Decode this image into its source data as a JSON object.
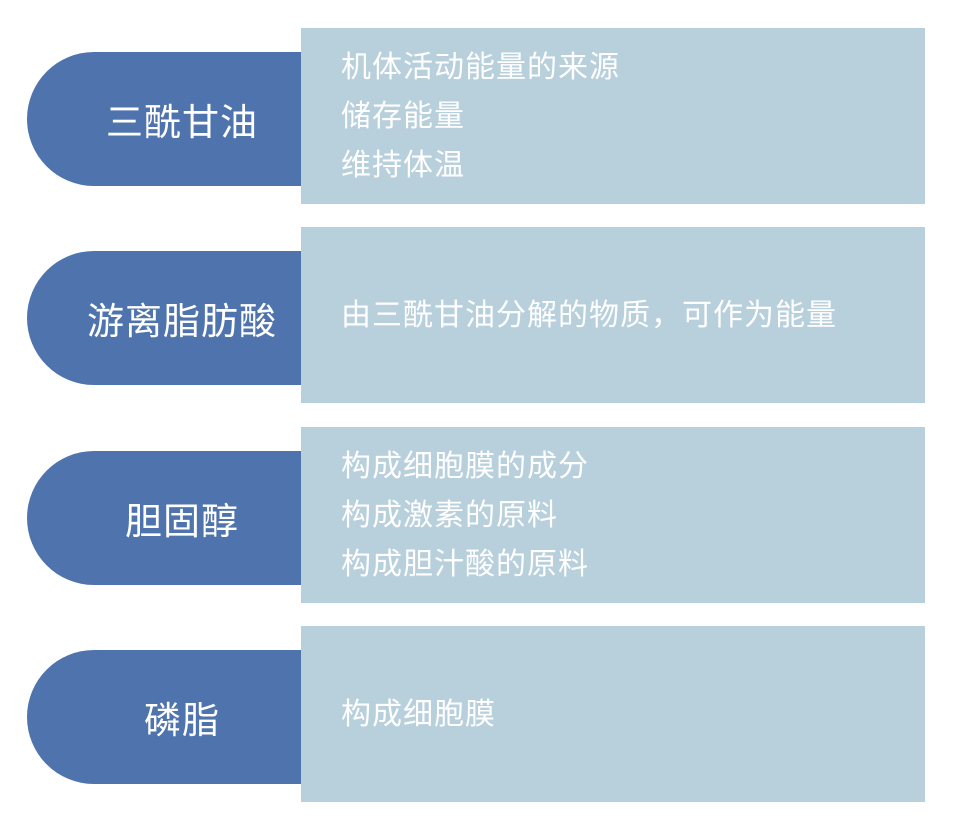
{
  "items": [
    {
      "label": "三酰甘油",
      "lines": [
        "机体活动能量的来源",
        "储存能量",
        "维持体温"
      ]
    },
    {
      "label": "游离脂肪酸",
      "lines": [
        "由三酰甘油分解的物质，可作为能量"
      ]
    },
    {
      "label": "胆固醇",
      "lines": [
        "构成细胞膜的成分",
        "构成激素的原料",
        "构成胆汁酸的原料"
      ]
    },
    {
      "label": "磷脂",
      "lines": [
        "构成细胞膜"
      ]
    }
  ],
  "colors": {
    "pill": "#4f74ad",
    "box": "#b8cfdc",
    "text": "#ffffff"
  }
}
